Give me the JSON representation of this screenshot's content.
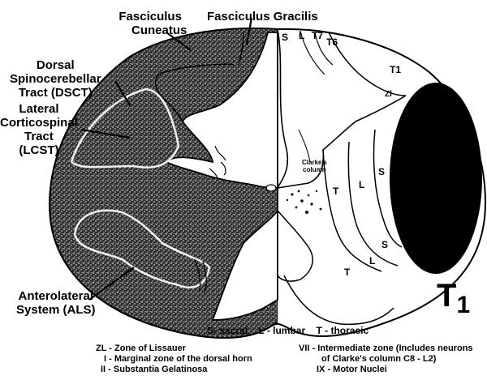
{
  "labels": {
    "fasciculus_cuneatus": [
      "Fasciculus",
      "Cuneatus"
    ],
    "fasciculus_gracilis": "Fasciculus Gracilis",
    "dsct": [
      "Dorsal",
      "Spinocerebellar",
      "Tract (DSCT)"
    ],
    "lcst": [
      "Lateral",
      "Corticospinal",
      "Tract",
      "(LCST)"
    ],
    "als": [
      "Anterolateral",
      "System (ALS)"
    ]
  },
  "region_letters": {
    "s_top": "S",
    "l_top": "L",
    "t7": "T7",
    "t6": "T6",
    "t1_small": "T1",
    "zl": "Zl",
    "clarke": [
      "Clarke's",
      "column"
    ],
    "t_mid": "T",
    "l_mid": "L",
    "s_mid": "S",
    "s_low": "S",
    "l_low": "L",
    "t_low": "T"
  },
  "big_label": {
    "main": "T",
    "sub": "1"
  },
  "key": "S- sacral    L - lumbar    T - thoracic",
  "legend_left": [
    "ZL - Zone of Lissauer",
    "I - Marginal zone of the dorsal horn",
    "II - Substantia Gelatinosa"
  ],
  "legend_right": [
    "VII - Intermediate zone (Includes neurons",
    "of Clarke's column C8 - L2)",
    "IX - Motor Nuclei"
  ],
  "colors": {
    "stipple": "#2e2e2e",
    "white_matter": "#ffffff",
    "lesion": "#000000"
  }
}
